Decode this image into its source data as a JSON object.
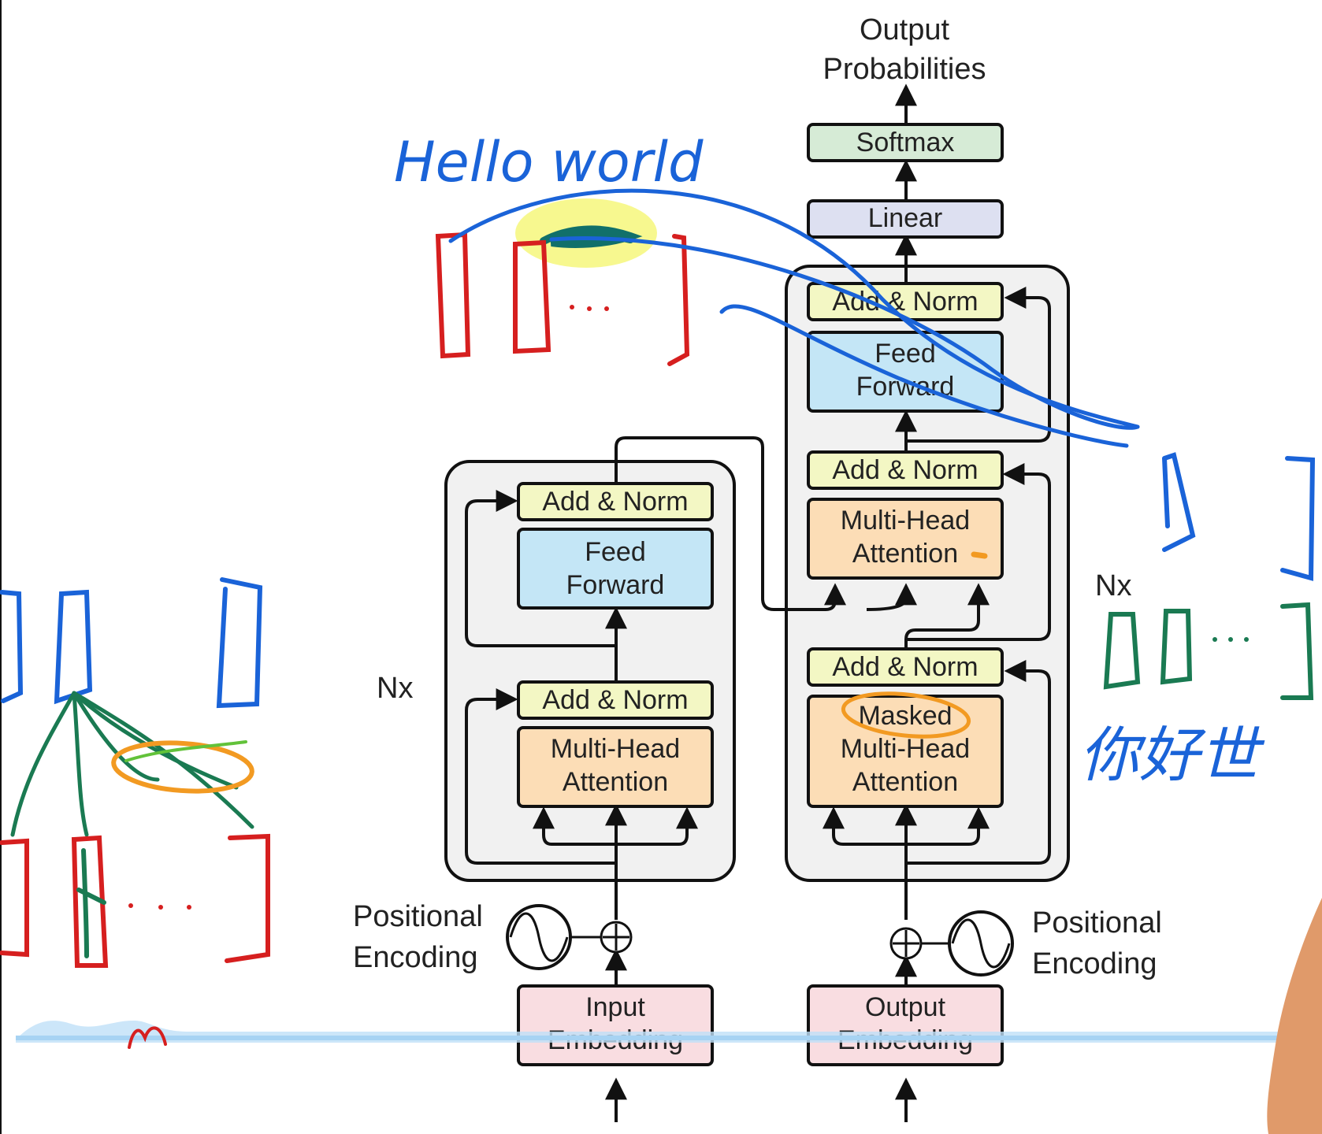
{
  "diagram": {
    "output_probabilities": [
      "Output",
      "Probabilities"
    ],
    "softmax": "Softmax",
    "linear": "Linear",
    "encoder": {
      "repeat_label": "Nx",
      "add_norm_top": "Add & Norm",
      "feed_forward": [
        "Feed",
        "Forward"
      ],
      "add_norm_bottom": "Add & Norm",
      "attention": [
        "Multi-Head",
        "Attention"
      ],
      "positional_encoding": [
        "Positional",
        "Encoding"
      ],
      "embedding": [
        "Input",
        "Embedding"
      ]
    },
    "decoder": {
      "repeat_label": "Nx",
      "add_norm_top": "Add & Norm",
      "feed_forward": [
        "Feed",
        "Forward"
      ],
      "add_norm_middle": "Add & Norm",
      "cross_attention": [
        "Multi-Head",
        "Attention"
      ],
      "add_norm_bottom": "Add & Norm",
      "masked_attention": [
        "Masked",
        "Multi-Head",
        "Attention"
      ],
      "positional_encoding": [
        "Positional",
        "Encoding"
      ],
      "embedding": [
        "Output",
        "Embedding"
      ]
    }
  },
  "annotations": {
    "handwritten_english": "Hello world",
    "handwritten_chinese": "你好世"
  },
  "colors": {
    "encoder_box_bg": "#f1f1f1",
    "add_norm": "#f3f7c4",
    "feed_forward": "#c4e6f6",
    "attention": "#fcddb6",
    "embedding": "#f9dde1",
    "linear": "#dde0f1",
    "softmax": "#d6ebd6",
    "ink_blue": "#1a63d8",
    "ink_red": "#d61f1f",
    "ink_green": "#1a7a52",
    "ink_orange": "#f29a22",
    "highlight_yellow": "#f4f56a"
  }
}
